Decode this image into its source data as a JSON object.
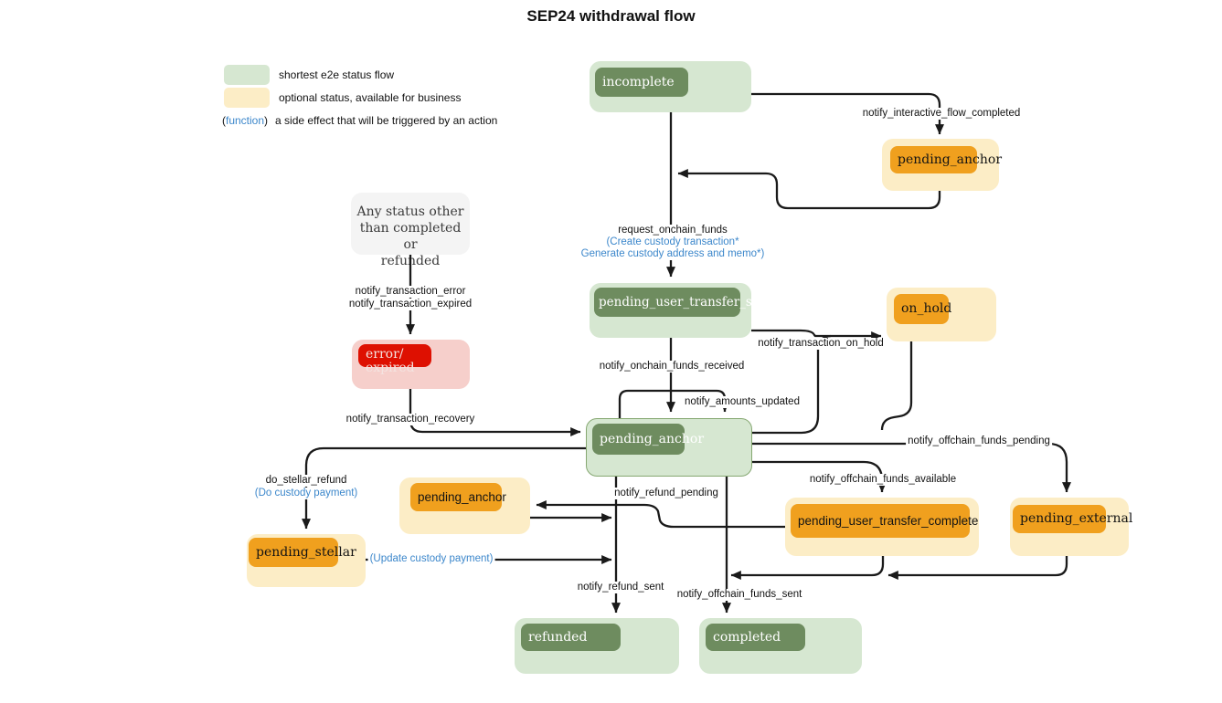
{
  "title": "SEP24 withdrawal flow",
  "legend": {
    "shortest_flow": "shortest e2e status flow",
    "optional_status": "optional status, available for business",
    "function_open": "(",
    "function_word": "function",
    "function_close": ")",
    "function_desc": "a side effect that will be triggered by an action"
  },
  "colors": {
    "shortest_flow_bg": "#d6e7d1",
    "shortest_flow_accent": "#6e8c5f",
    "optional_bg": "#fcedc6",
    "optional_accent": "#f0a01e",
    "error_bg": "#f6cfcb",
    "error_accent": "#de1001",
    "function_blue": "#3c87cb",
    "edge_color": "#1a1a1a"
  },
  "nodes": {
    "incomplete": "incomplete",
    "pending_anchor_top": "pending_anchor",
    "any_status": {
      "line1": "Any status other",
      "line2": "than completed or",
      "line3": "refunded"
    },
    "error_expired": {
      "line1": "error/",
      "line2": "expired"
    },
    "pending_user_transfer_start": "pending_user_transfer_start",
    "on_hold": "on_hold",
    "pending_anchor_main": "pending_anchor",
    "pending_anchor_optional": "pending_anchor",
    "pending_stellar": "pending_stellar",
    "pending_user_transfer_complete": "pending_user_transfer_complete",
    "pending_external": "pending_external",
    "refunded": "refunded",
    "completed": "completed"
  },
  "edges": {
    "interactive_flow_completed": "notify_interactive_flow_completed",
    "request_onchain_funds": "request_onchain_funds",
    "request_fn_line1": "(Create custody transaction*",
    "request_fn_line2": "Generate custody address and memo*)",
    "onchain_funds_received": "notify_onchain_funds_received",
    "amounts_updated": "notify_amounts_updated",
    "transaction_on_hold": "notify_transaction_on_hold",
    "offchain_funds_pending": "notify_offchain_funds_pending",
    "offchain_funds_available": "notify_offchain_funds_available",
    "transaction_error": "notify_transaction_error",
    "transaction_expired": "notify_transaction_expired",
    "transaction_recovery": "notify_transaction_recovery",
    "do_stellar_refund": "do_stellar_refund",
    "do_custody_payment": "(Do custody payment)",
    "update_custody_payment": "(Update custody payment)",
    "refund_pending": "notify_refund_pending",
    "refund_sent": "notify_refund_sent",
    "offchain_funds_sent": "notify_offchain_funds_sent"
  }
}
